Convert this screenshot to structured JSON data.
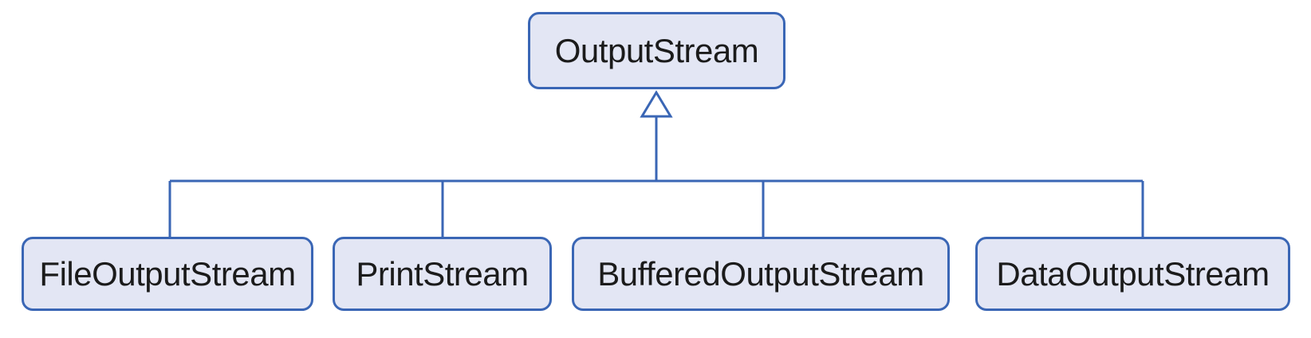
{
  "diagram": {
    "type": "uml-class-inheritance-hierarchy",
    "parent": {
      "label": "OutputStream"
    },
    "children": [
      {
        "label": "FileOutputStream"
      },
      {
        "label": "PrintStream"
      },
      {
        "label": "BufferedOutputStream"
      },
      {
        "label": "DataOutputStream"
      }
    ],
    "relationship": "inheritance (hollow triangle arrow points to parent)",
    "colors": {
      "node_fill": "#e3e6f4",
      "node_border": "#3a66b5",
      "connector": "#3a66b5",
      "text": "#1b1b1b",
      "background": "#ffffff"
    }
  }
}
